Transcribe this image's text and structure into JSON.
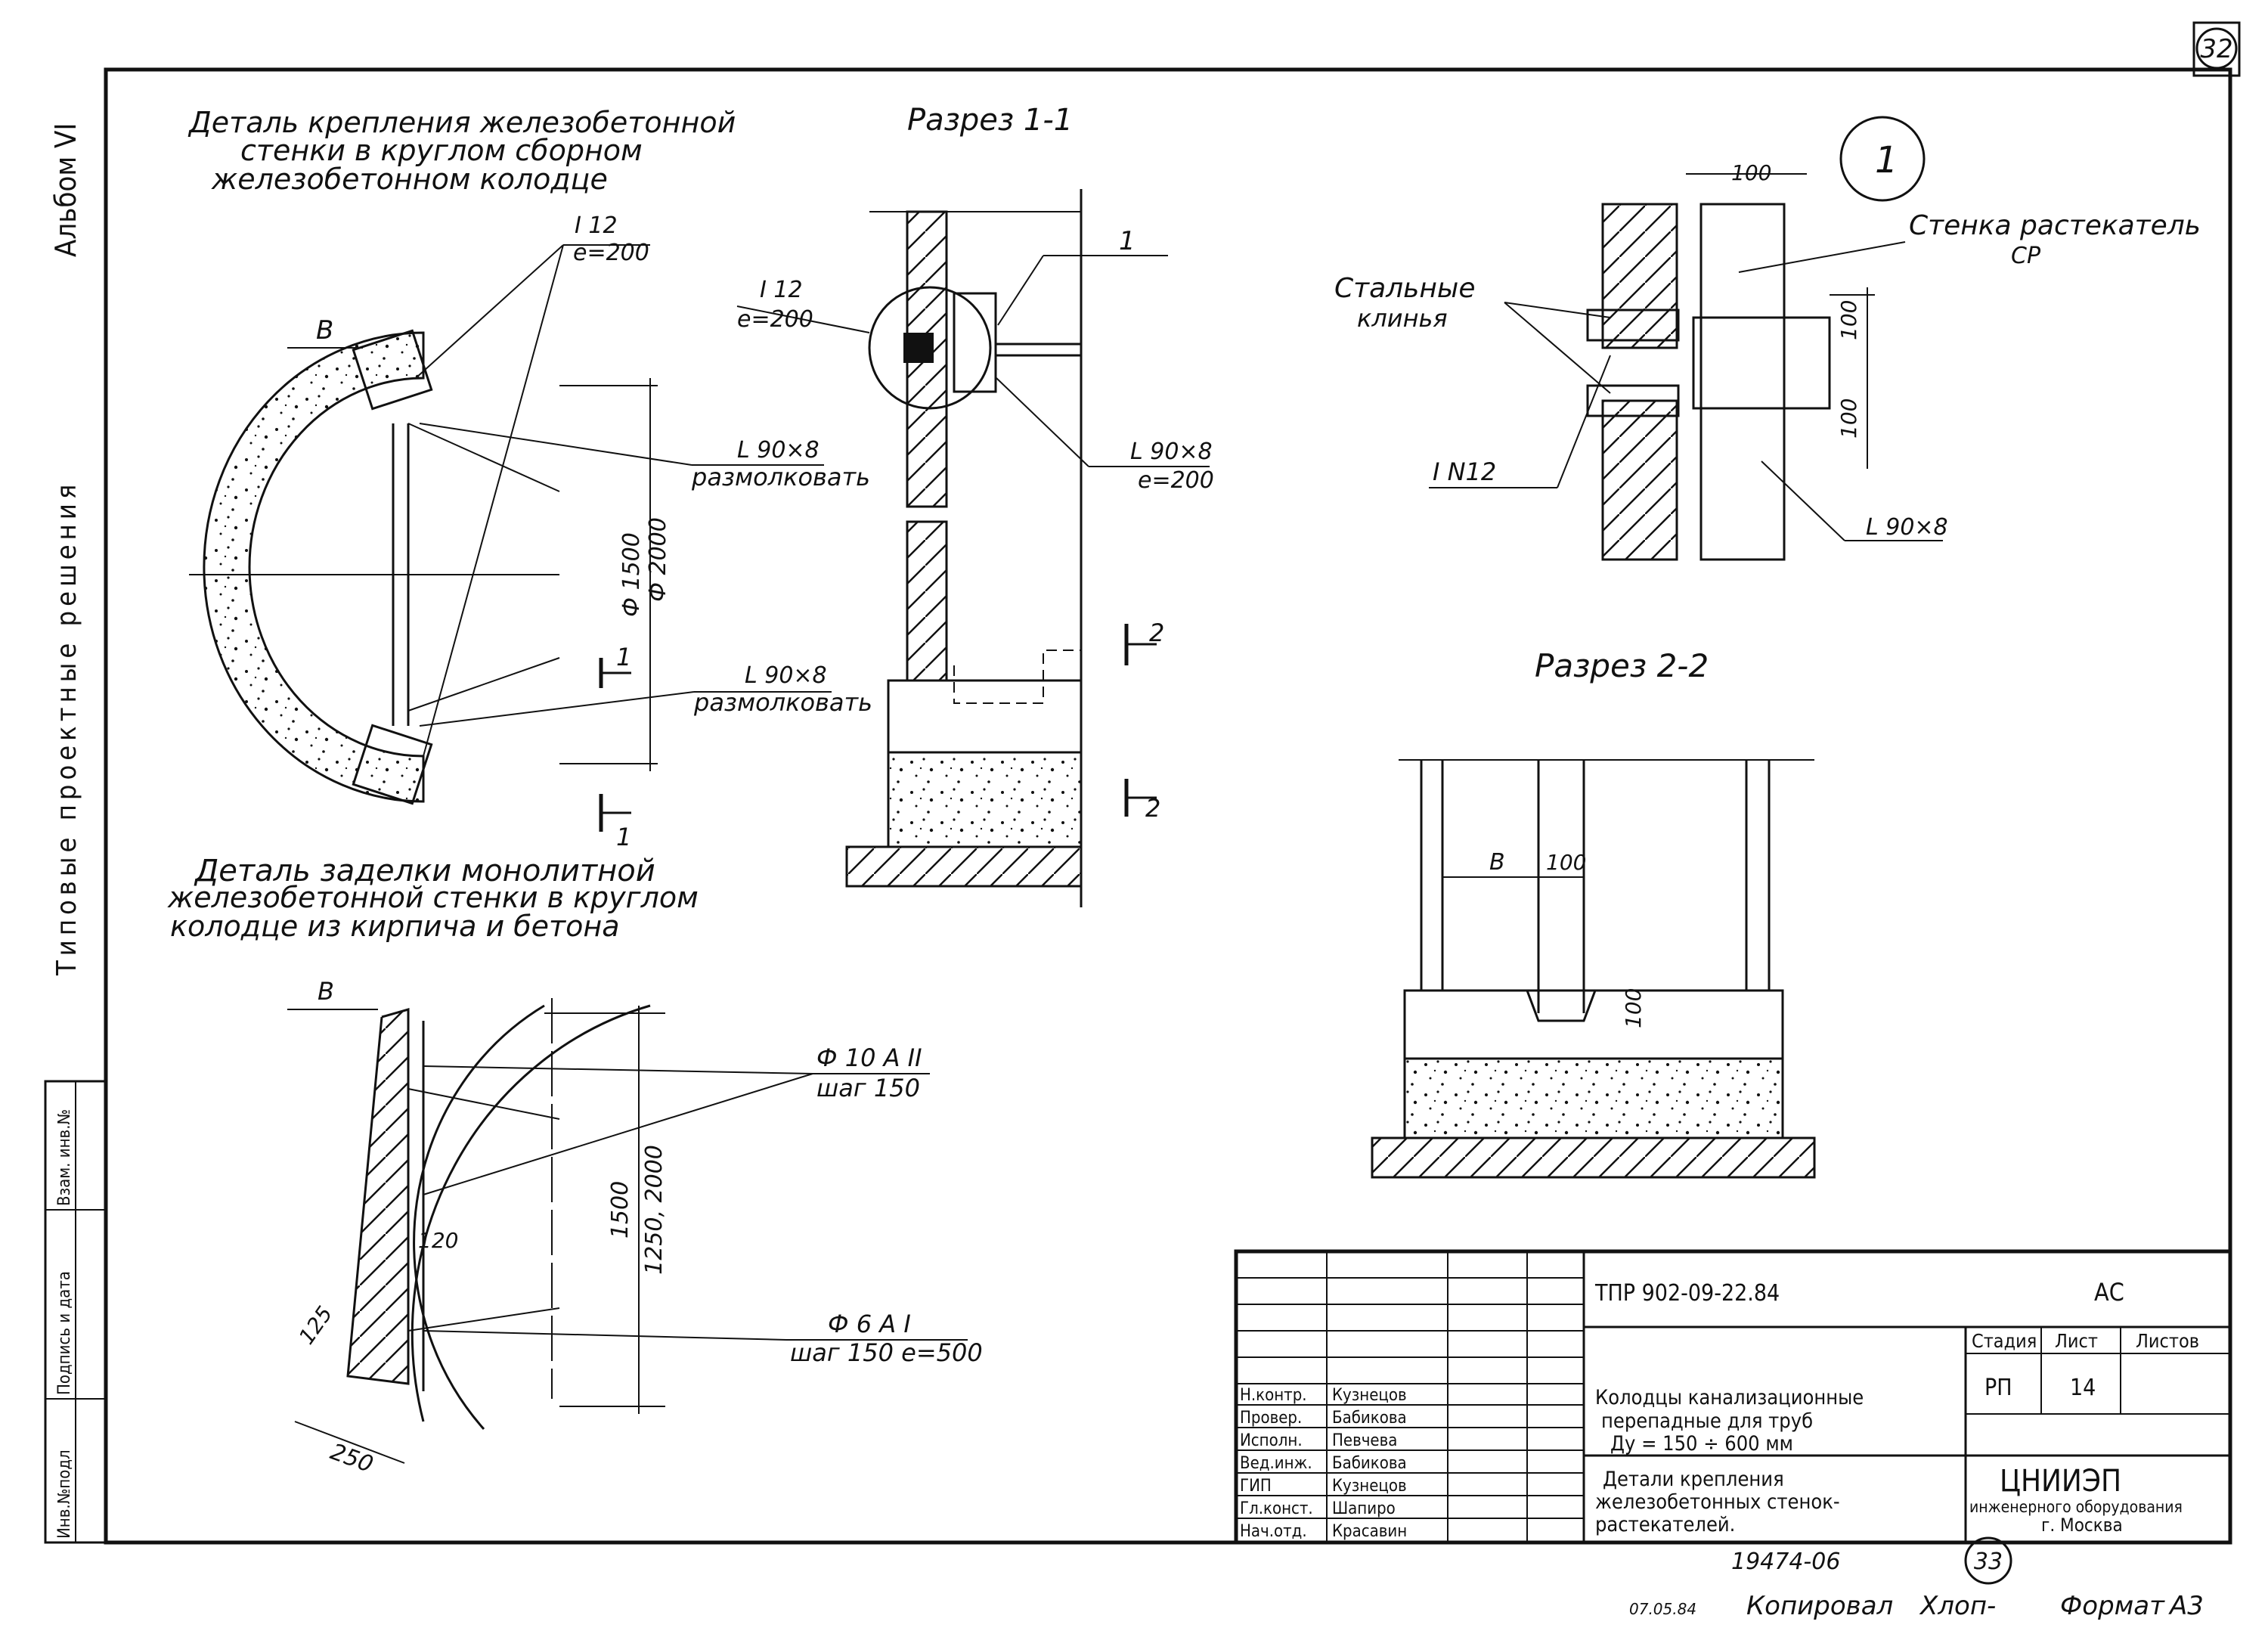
{
  "sheet_number": "32",
  "stamp_number": "33",
  "album": "Альбом VI",
  "series": "Типовые проектные решения",
  "left_stamp": {
    "inv_podl": "Инв.№подл",
    "podpis_data": "Подпись и дата",
    "vzam": "Взам. инв.№"
  },
  "titles": {
    "detail_a": [
      "Деталь крепления железобетонной",
      "стенки в круглом сборном",
      "железобетонном колодце"
    ],
    "section_1": "Разрез 1-1",
    "section_2": "Разрез 2-2",
    "detail_b": [
      "Деталь заделки монолитной",
      "железобетонной стенки в круглом",
      "колодце из кирпича и бетона"
    ],
    "node_1": "1"
  },
  "labels": {
    "i12": "I 12",
    "e200": "е=200",
    "b": "В",
    "l90x8": "L 90×8",
    "razmolkovat": "размолковать",
    "phi1500": "Ф 1500",
    "phi2000": "Ф 2000",
    "cut1": "1",
    "cut2": "2",
    "l90x8_e200": "е=200",
    "d100": "100",
    "stenka": "Стенка растекатель",
    "sr": "СР",
    "stalnye": "Стальные",
    "klinya": "клинья",
    "in12": "I N12",
    "phi10": "Ф 10 А II",
    "shag150": "шаг 150",
    "d1500": "1500",
    "d1250": "1250, 2000",
    "d120": "120",
    "d125": "125",
    "d250": "250",
    "phi6": "Ф 6 А I",
    "shag150e500": "шаг 150  е=500"
  },
  "title_block": {
    "code": "ТПР 902-09-22.84",
    "mark": "АС",
    "project": [
      "Колодцы канализационные",
      "перепадные для труб",
      "Ду = 150 ÷ 600 мм"
    ],
    "drawing": [
      "Детали крепления",
      "железобетонных стенок-",
      "растекателей."
    ],
    "stage_label": "Стадия",
    "sheet_label": "Лист",
    "sheets_label": "Листов",
    "stage": "РП",
    "sheet": "14",
    "sheets": "",
    "org": [
      "ЦНИИЭП",
      "инженерного оборудования",
      "г. Москва"
    ],
    "roles": [
      "Н.контр.",
      "Провер.",
      "Исполн.",
      "Вед.инж.",
      "ГИП",
      "Гл.конст.",
      "Нач.отд."
    ],
    "names": [
      "Кузнецов",
      "Бабикова",
      "Певчева",
      "Бабикова",
      "Кузнецов",
      "Шапиро",
      "Красавин"
    ]
  },
  "footer": {
    "inv": "19474-06",
    "date": "07.05.84",
    "copied_label": "Копировал",
    "copied_by": "Хлоп-",
    "format_label": "Формат",
    "format": "А3"
  }
}
